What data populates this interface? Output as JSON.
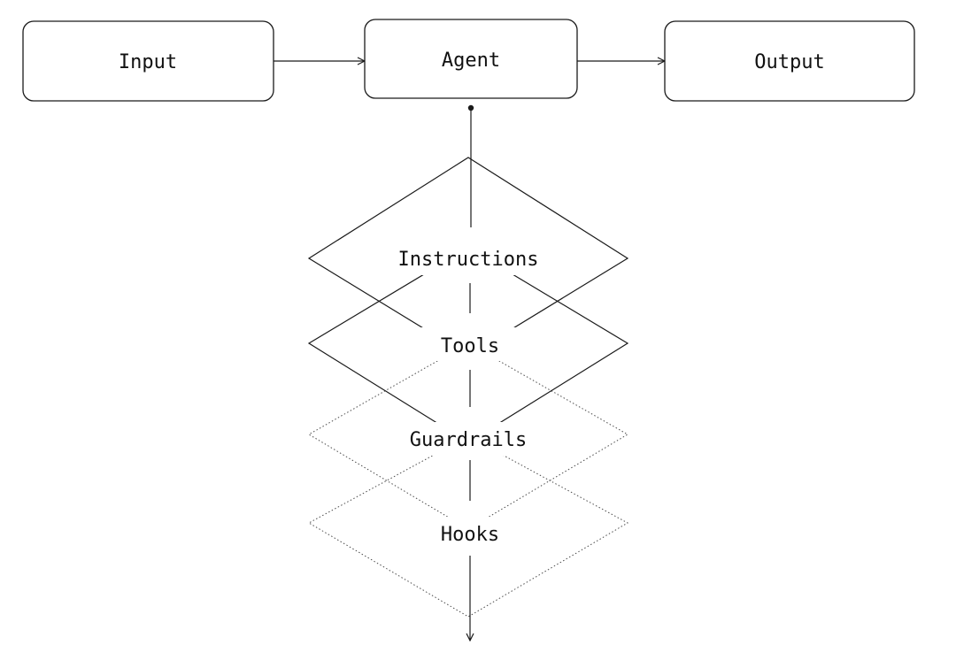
{
  "nodes": {
    "input": "Input",
    "agent": "Agent",
    "output": "Output"
  },
  "layers": [
    {
      "label": "Instructions",
      "style": "solid"
    },
    {
      "label": "Tools",
      "style": "solid"
    },
    {
      "label": "Guardrails",
      "style": "dotted"
    },
    {
      "label": "Hooks",
      "style": "dotted"
    }
  ],
  "colors": {
    "stroke": "#1a1a1a",
    "text": "#111111",
    "background": "#ffffff"
  }
}
